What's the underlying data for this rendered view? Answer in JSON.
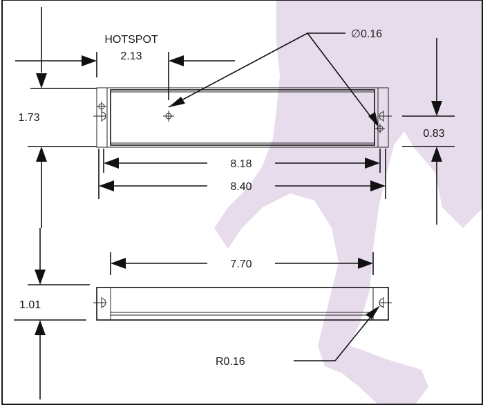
{
  "colors": {
    "watermark": "#e6dcec",
    "line": "#111111",
    "background": "#ffffff"
  },
  "labels": {
    "hotspot": "HOTSPOT",
    "hotspot_offset": "2.13",
    "hole_diameter": "∅0.16",
    "body_height_top": "1.73",
    "mount_hole_offset": "0.83",
    "inner_width": "8.18",
    "overall_width": "8.40",
    "side_width": "7.70",
    "side_height": "1.01",
    "slot_radius": "R0.16"
  }
}
